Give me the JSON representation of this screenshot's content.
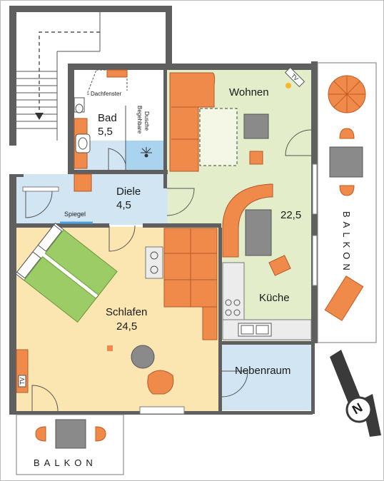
{
  "rooms": {
    "wohnen": {
      "label": "Wohnen",
      "area": "22,5"
    },
    "kueche": {
      "label": "Küche"
    },
    "bad": {
      "label": "Bad",
      "area": "5,5"
    },
    "diele": {
      "label": "Diele",
      "area": "4,5"
    },
    "schlafen": {
      "label": "Schlafen",
      "area": "24,5"
    },
    "nebenraum": {
      "label": "Nebenraum"
    }
  },
  "annotations": {
    "dachfenster": "Dachfenster",
    "dusche_line1": "Begehbare",
    "dusche_line2": "Dusche",
    "spiegel": "Spiegel",
    "tv": "TV"
  },
  "balconies": {
    "right_label": "BALKON",
    "bottom_label": "BALKON"
  },
  "compass": {
    "letter": "N"
  },
  "colors": {
    "wall": "#5f5f5f",
    "wohnen_floor": "#e3edc9",
    "schlafen_floor": "#fbe6b2",
    "bad_floor": "#d2e5f3",
    "dusche_floor": "#a9d3ee",
    "diele_floor": "#d2e5f3",
    "nebenraum_floor": "#d2e5f3",
    "sofa": "#f08a4b",
    "table": "#8a8a8a",
    "bed_green": "#9ccc65"
  }
}
